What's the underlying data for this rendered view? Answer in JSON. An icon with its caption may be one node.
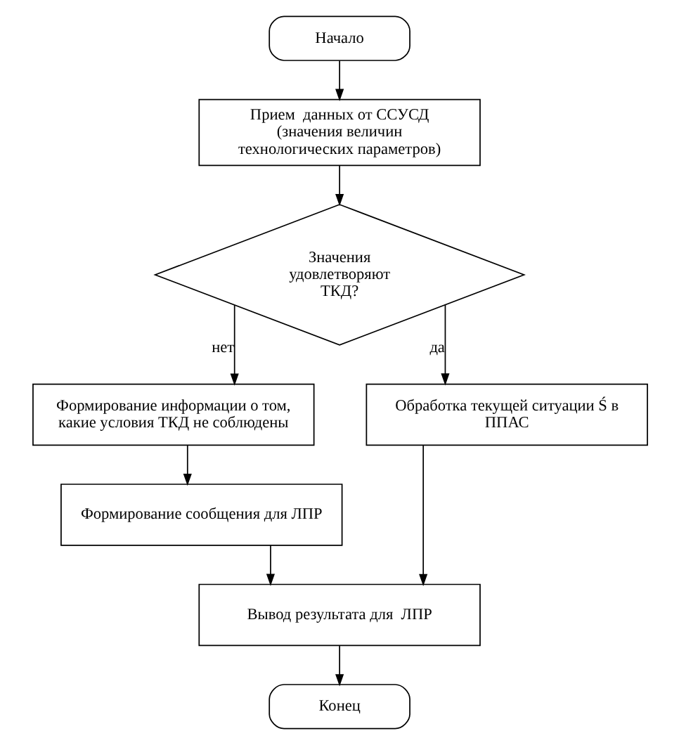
{
  "diagram": {
    "nodes": [
      {
        "text": [
          "Начало"
        ]
      },
      {
        "text": [
          "Прием  данных от ССУСД (значения величин технологических параметров)"
        ]
      },
      {
        "text": [
          "Значения удовлетворяют ТКД?"
        ]
      },
      {
        "text": [
          "Формирование информации о том, какие условия ТКД не соблюдены"
        ]
      },
      {
        "text": [
          "Обработка текущей ситуации Ś в ППАС"
        ]
      },
      {
        "text": [
          "Формирование сообщения для ЛПР"
        ]
      },
      {
        "text": [
          "Вывод результата для  ЛПР"
        ]
      },
      {
        "text": [
          "Конец"
        ]
      }
    ],
    "edges": [
      {
        "from": 0,
        "to": 1,
        "arrow": "to"
      },
      {
        "from": 1,
        "to": 2,
        "arrow": "to"
      },
      {
        "from": 2,
        "to": 3,
        "arrow": "to",
        "label": "нет"
      },
      {
        "from": 2,
        "to": 4,
        "arrow": "to",
        "label": "да"
      },
      {
        "from": 3,
        "to": 5,
        "arrow": "to"
      },
      {
        "from": 4,
        "to": 6,
        "arrow": "to"
      },
      {
        "from": 5,
        "to": 6,
        "arrow": "to"
      },
      {
        "from": 6,
        "to": 7,
        "arrow": "to"
      }
    ]
  }
}
